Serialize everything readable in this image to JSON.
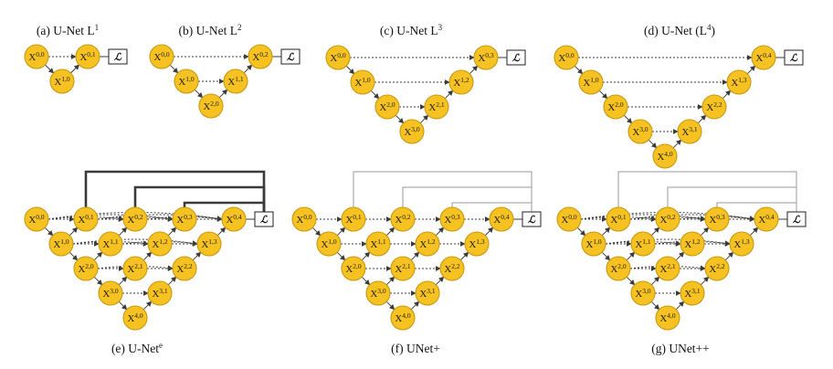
{
  "loss_symbol": "ℒ",
  "node_base": "X",
  "panels": [
    {
      "id": "a",
      "title": {
        "text": "(a) U-Net L",
        "sup": "1"
      },
      "depth": 1,
      "type": "unet"
    },
    {
      "id": "b",
      "title": {
        "text": "(b) U-Net L",
        "sup": "2"
      },
      "depth": 2,
      "type": "unet"
    },
    {
      "id": "c",
      "title": {
        "text": "(c) U-Net L",
        "sup": "3"
      },
      "depth": 3,
      "type": "unet"
    },
    {
      "id": "d",
      "title": {
        "text": "(d) U-Net (L",
        "sup": "4",
        "suffix": ")"
      },
      "depth": 4,
      "type": "unet"
    },
    {
      "id": "e",
      "caption": {
        "text": "(e) U-Net",
        "sup": "e"
      },
      "depth": 4,
      "type": "ensemble"
    },
    {
      "id": "f",
      "caption": {
        "text": "(f) UNet+"
      },
      "depth": 4,
      "type": "unetplus"
    },
    {
      "id": "g",
      "caption": {
        "text": "(g) UNet++"
      },
      "depth": 4,
      "type": "unetpp"
    }
  ]
}
